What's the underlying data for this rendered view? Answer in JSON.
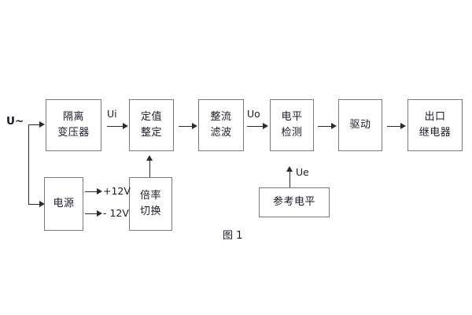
{
  "figure": {
    "caption": "图 1",
    "signal_input_label": "U~"
  },
  "blocks": {
    "isolation_transformer": {
      "line1": "隔离",
      "line2": "变压器"
    },
    "setpoint": {
      "line1": "定值",
      "line2": "整定"
    },
    "rectify_filter": {
      "line1": "整流",
      "line2": "滤波"
    },
    "level_detection": {
      "line1": "电平",
      "line2": "检测"
    },
    "driver": {
      "line1": "驱动"
    },
    "output_relay": {
      "line1": "出口",
      "line2": "继电器"
    },
    "power_supply": {
      "line1": "电源"
    },
    "multiplier_switch": {
      "line1": "倍率",
      "line2": "切换"
    },
    "reference_level": {
      "line1": "参考电平"
    }
  },
  "signals": {
    "ui": "Ui",
    "uo": "Uo",
    "ue": "Ue",
    "pos_12v": "+12V",
    "neg_12v": "- 12V"
  },
  "colors": {
    "box_border": "#7a7a7a",
    "line": "#2b2b2b",
    "text": "#1a1a2e",
    "background": "#ffffff"
  }
}
